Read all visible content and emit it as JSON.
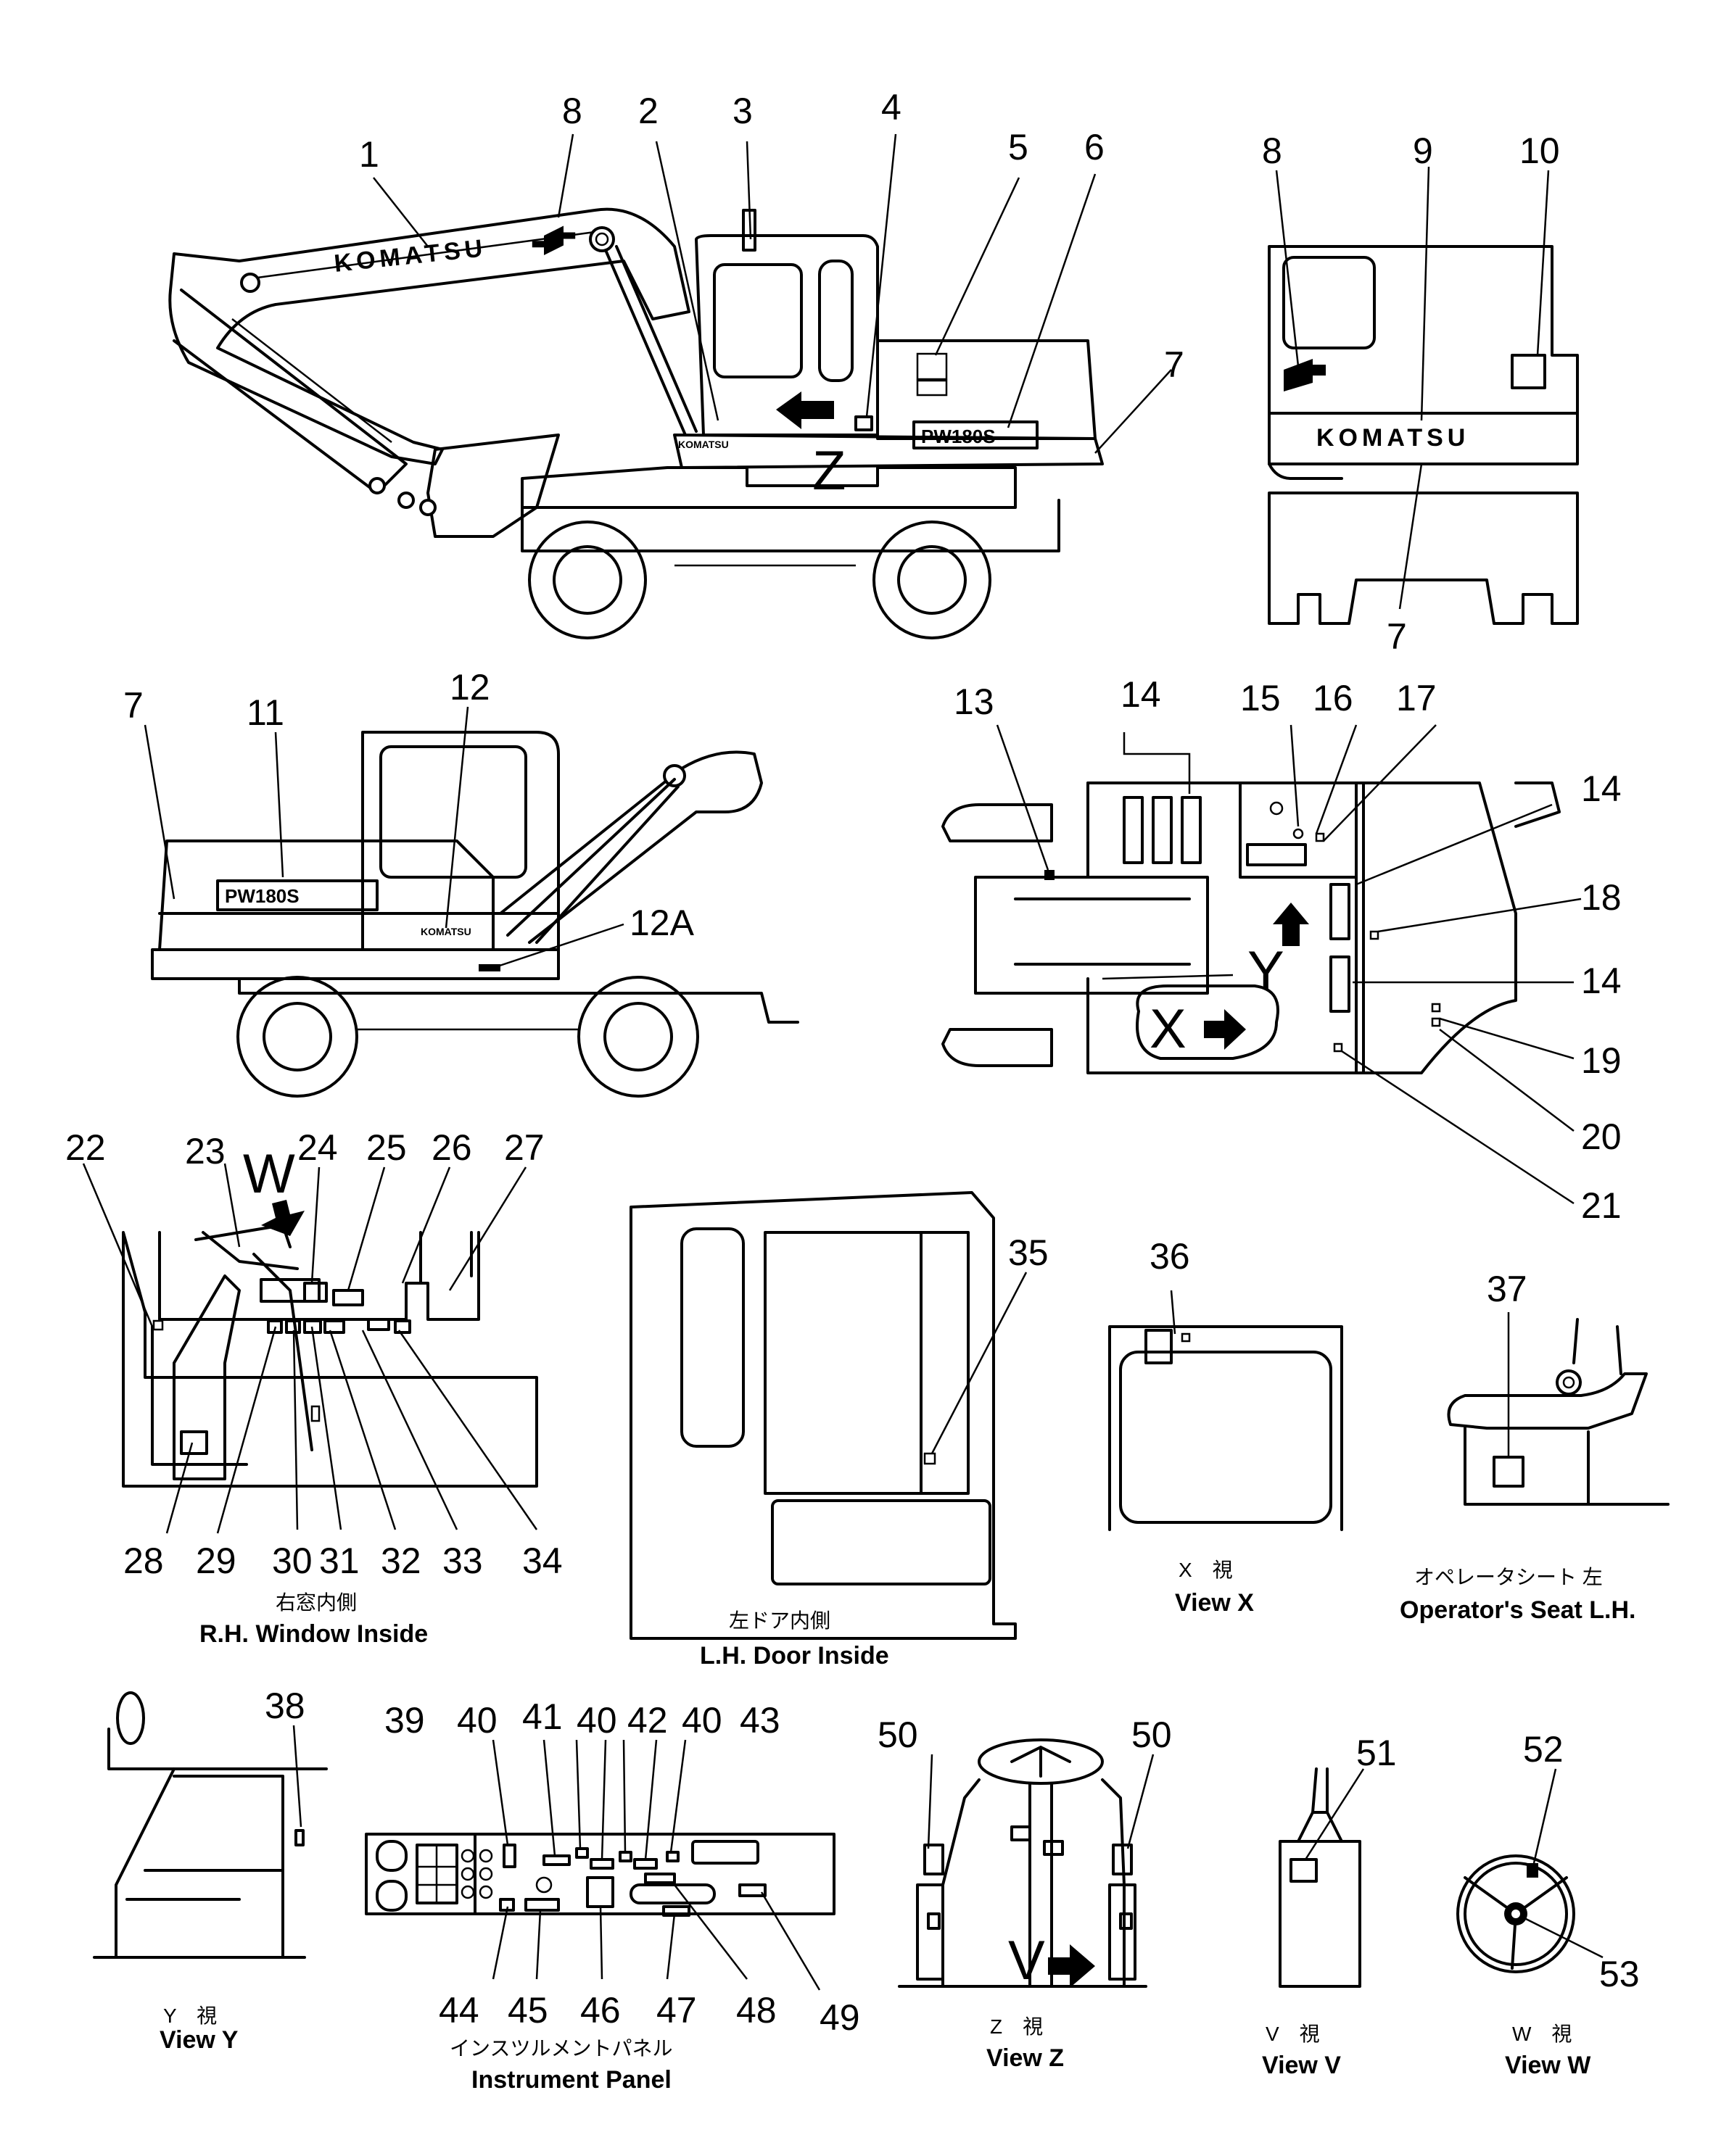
{
  "brand": {
    "logo_text": "KOMATSU",
    "logo_text_small": "KOMATSU",
    "model_plate": "PW180S"
  },
  "views": {
    "z": "Z",
    "y": "Y",
    "x": "X",
    "w": "W",
    "v": "V"
  },
  "callouts": {
    "c1": "1",
    "c2": "2",
    "c3": "3",
    "c4": "4",
    "c5": "5",
    "c6": "6",
    "c7": "7",
    "c8": "8",
    "c9": "9",
    "c10": "10",
    "c11": "11",
    "c12": "12",
    "c12a": "12A",
    "c13": "13",
    "c14": "14",
    "c15": "15",
    "c16": "16",
    "c17": "17",
    "c18": "18",
    "c19": "19",
    "c20": "20",
    "c21": "21",
    "c22": "22",
    "c23": "23",
    "c24": "24",
    "c25": "25",
    "c26": "26",
    "c27": "27",
    "c28": "28",
    "c29": "29",
    "c30": "30",
    "c31": "31",
    "c32": "32",
    "c33": "33",
    "c34": "34",
    "c35": "35",
    "c36": "36",
    "c37": "37",
    "c38": "38",
    "c39": "39",
    "c40": "40",
    "c41": "41",
    "c42": "42",
    "c43": "43",
    "c44": "44",
    "c45": "45",
    "c46": "46",
    "c47": "47",
    "c48": "48",
    "c49": "49",
    "c50": "50",
    "c51": "51",
    "c52": "52",
    "c53": "53"
  },
  "captions": {
    "rh_window_jp": "右窓内側",
    "rh_window_en": "R.H.  Window  Inside",
    "lh_door_jp": "左ドア内側",
    "lh_door_en": "L.H.  Door  Inside",
    "view_x_jp": "X　視",
    "view_x_en": "View  X",
    "seat_jp": "オペレータシート 左",
    "seat_en": "Operator's Seat L.H.",
    "view_y_jp": "Y　視",
    "view_y_en": "View  Y",
    "panel_jp": "インスツルメントパネル",
    "panel_en": "Instrument  Panel",
    "view_z_jp": "Z　視",
    "view_z_en": "View  Z",
    "view_v_jp": "V　視",
    "view_v_en": "View  V",
    "view_w_jp": "W　視",
    "view_w_en": "View  W"
  }
}
